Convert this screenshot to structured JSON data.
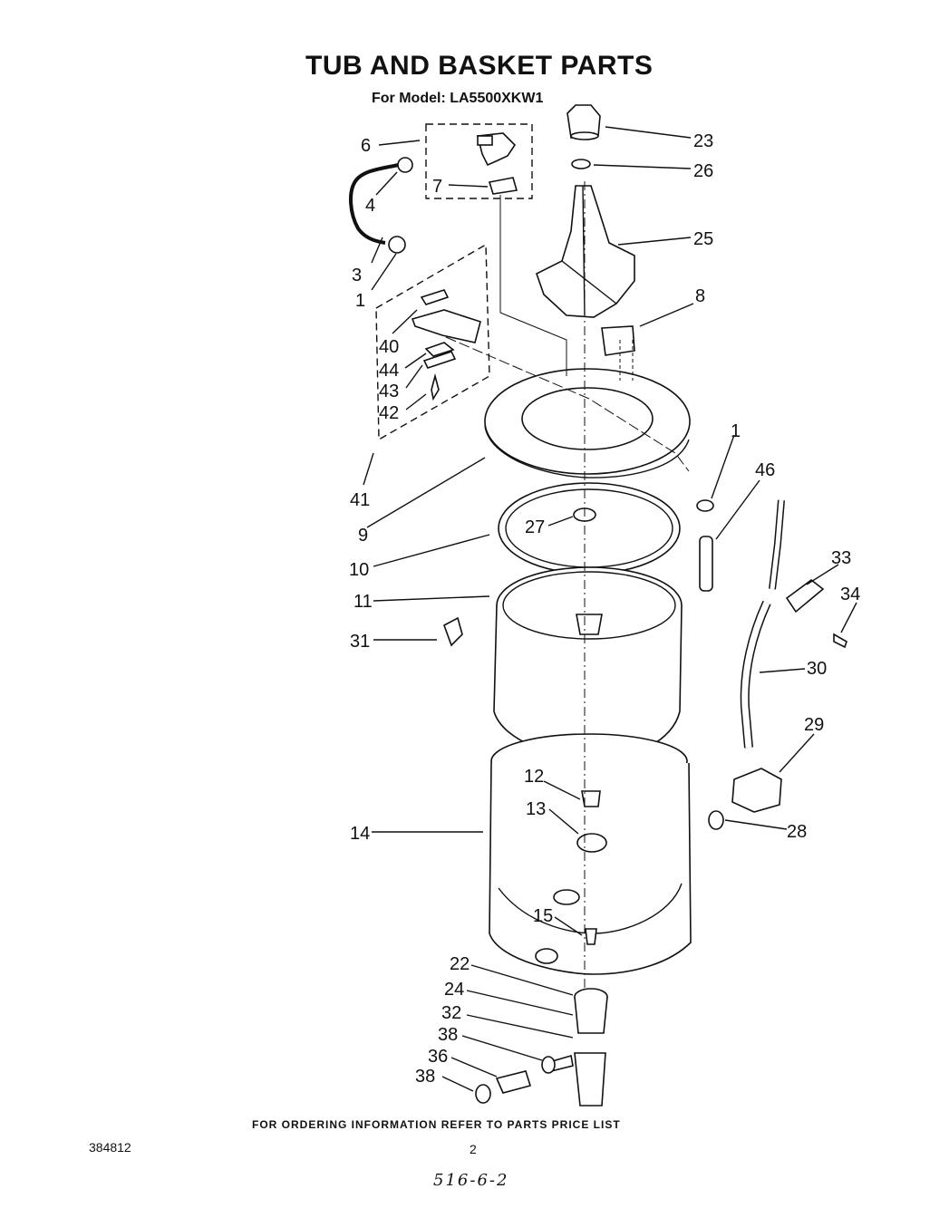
{
  "title": "TUB AND BASKET PARTS",
  "subtitle": "For Model: LA5500XKW1",
  "footer": "FOR ORDERING INFORMATION REFER TO PARTS PRICE LIST",
  "doc_number": "384812",
  "page_number": "2",
  "handwritten_note": "516-6-2",
  "callouts": {
    "c1a": "1",
    "c1b": "1",
    "c3": "3",
    "c4": "4",
    "c6": "6",
    "c7": "7",
    "c8": "8",
    "c9": "9",
    "c10": "10",
    "c11": "11",
    "c12": "12",
    "c13": "13",
    "c14": "14",
    "c15": "15",
    "c22": "22",
    "c23": "23",
    "c24": "24",
    "c25": "25",
    "c26": "26",
    "c27": "27",
    "c28": "28",
    "c29": "29",
    "c30": "30",
    "c31": "31",
    "c32": "32",
    "c33": "33",
    "c34": "34",
    "c36": "36",
    "c38a": "38",
    "c38b": "38",
    "c40": "40",
    "c41": "41",
    "c42": "42",
    "c43": "43",
    "c44": "44",
    "c46": "46"
  }
}
